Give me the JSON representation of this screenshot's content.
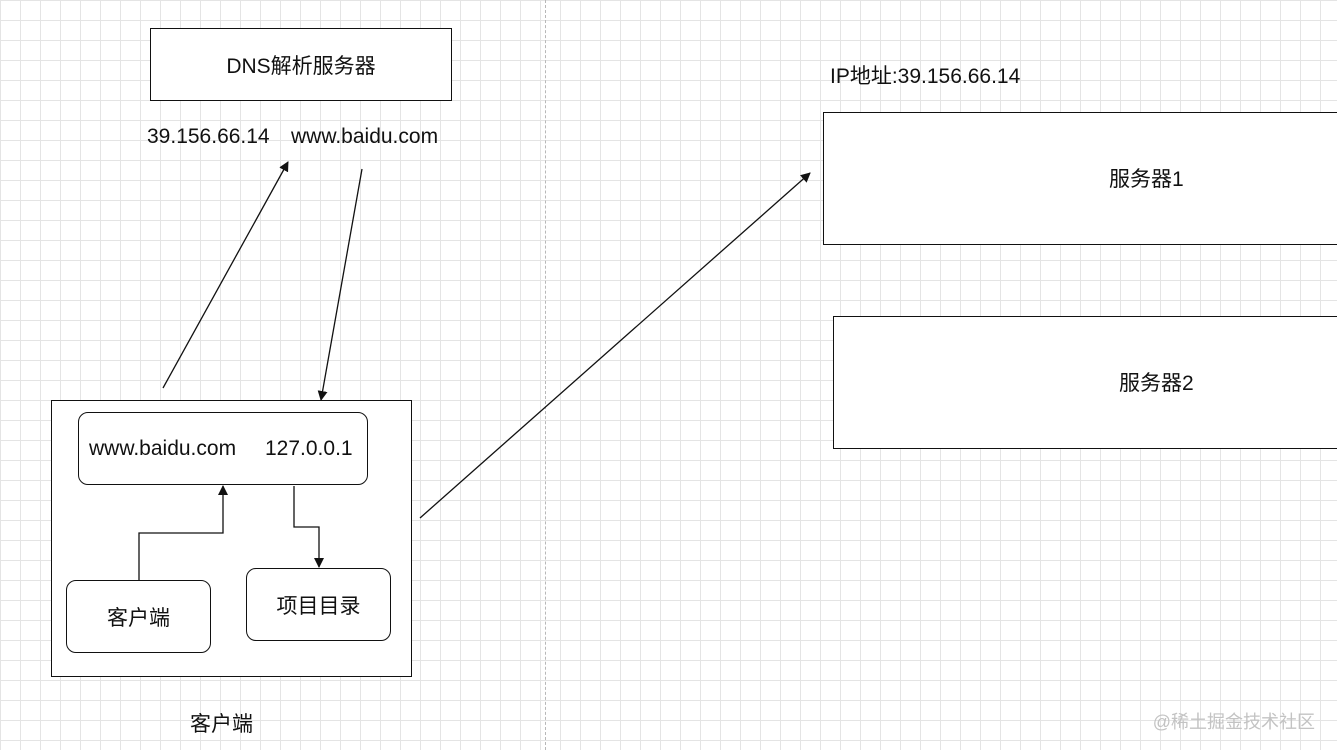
{
  "dns_server": {
    "label": "DNS解析服务器",
    "ip": "39.156.66.14",
    "domain": "www.baidu.com"
  },
  "client_container": {
    "caption": "客户端",
    "hosts_entry": {
      "domain": "www.baidu.com",
      "ip": "127.0.0.1"
    },
    "client_box_label": "客户端",
    "project_dir_label": "项目目录"
  },
  "servers": {
    "ip_label": "IP地址:39.156.66.14",
    "server1_label": "服务器1",
    "server2_label": "服务器2"
  },
  "watermark": "@稀土掘金技术社区",
  "colors": {
    "stroke": "#111111",
    "grid": "#e4e4e4",
    "divider": "#b8b8b8",
    "watermark": "#c3c3c3"
  }
}
